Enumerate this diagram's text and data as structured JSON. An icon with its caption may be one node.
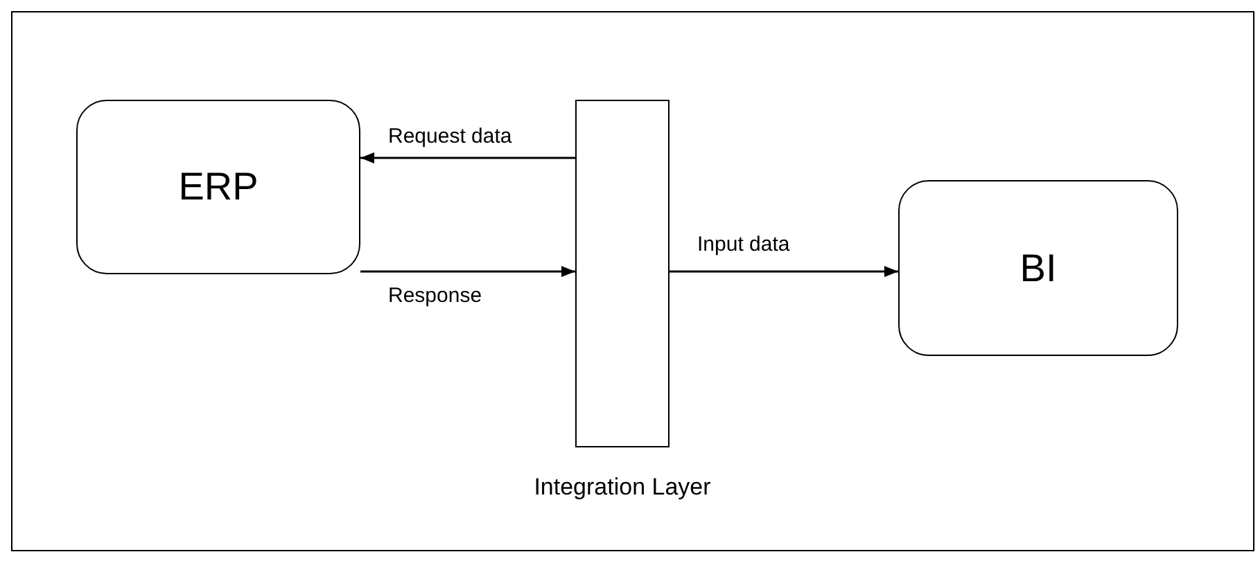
{
  "diagram": {
    "nodes": [
      {
        "text": [
          "ERP"
        ]
      },
      {
        "text": [
          "Integration Layer"
        ]
      },
      {
        "text": [
          "BI"
        ]
      }
    ],
    "edges": [
      {
        "from": 1,
        "to": 0,
        "arrow": "to",
        "label": "Request data"
      },
      {
        "from": 0,
        "to": 1,
        "arrow": "to",
        "label": "Response"
      },
      {
        "from": 1,
        "to": 2,
        "arrow": "to",
        "label": "Input data"
      }
    ]
  }
}
